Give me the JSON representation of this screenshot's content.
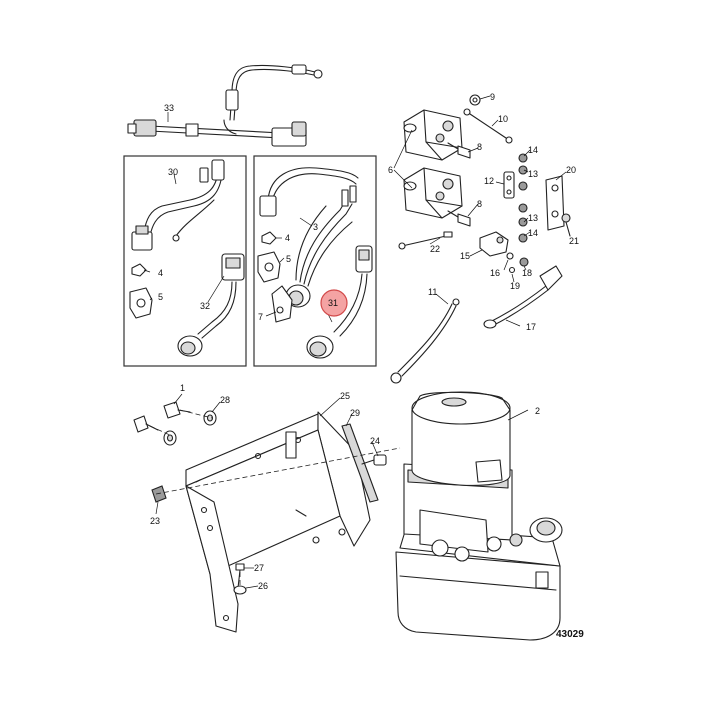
{
  "drawing_number": "43029",
  "highlight_color": "#f4a3a3",
  "callouts": [
    {
      "id": "c33",
      "label": "33"
    },
    {
      "id": "c9",
      "label": "9"
    },
    {
      "id": "c10",
      "label": "10"
    },
    {
      "id": "c6",
      "label": "6"
    },
    {
      "id": "c8a",
      "label": "8"
    },
    {
      "id": "c8b",
      "label": "8"
    },
    {
      "id": "c12",
      "label": "12"
    },
    {
      "id": "c13a",
      "label": "13"
    },
    {
      "id": "c13b",
      "label": "13"
    },
    {
      "id": "c14a",
      "label": "14"
    },
    {
      "id": "c14b",
      "label": "14"
    },
    {
      "id": "c20",
      "label": "20"
    },
    {
      "id": "c21",
      "label": "21"
    },
    {
      "id": "c22",
      "label": "22"
    },
    {
      "id": "c15",
      "label": "15"
    },
    {
      "id": "c16",
      "label": "16"
    },
    {
      "id": "c18",
      "label": "18"
    },
    {
      "id": "c19",
      "label": "19"
    },
    {
      "id": "c11",
      "label": "11"
    },
    {
      "id": "c17",
      "label": "17"
    },
    {
      "id": "c30",
      "label": "30"
    },
    {
      "id": "c4a",
      "label": "4"
    },
    {
      "id": "c5a",
      "label": "5"
    },
    {
      "id": "c32",
      "label": "32"
    },
    {
      "id": "c3",
      "label": "3"
    },
    {
      "id": "c4b",
      "label": "4"
    },
    {
      "id": "c5b",
      "label": "5"
    },
    {
      "id": "c7",
      "label": "7"
    },
    {
      "id": "c31",
      "label": "31"
    },
    {
      "id": "c1",
      "label": "1"
    },
    {
      "id": "c28",
      "label": "28"
    },
    {
      "id": "c25",
      "label": "25"
    },
    {
      "id": "c29",
      "label": "29"
    },
    {
      "id": "c24",
      "label": "24"
    },
    {
      "id": "c23",
      "label": "23"
    },
    {
      "id": "c27",
      "label": "27"
    },
    {
      "id": "c26",
      "label": "26"
    },
    {
      "id": "c2",
      "label": "2"
    }
  ]
}
